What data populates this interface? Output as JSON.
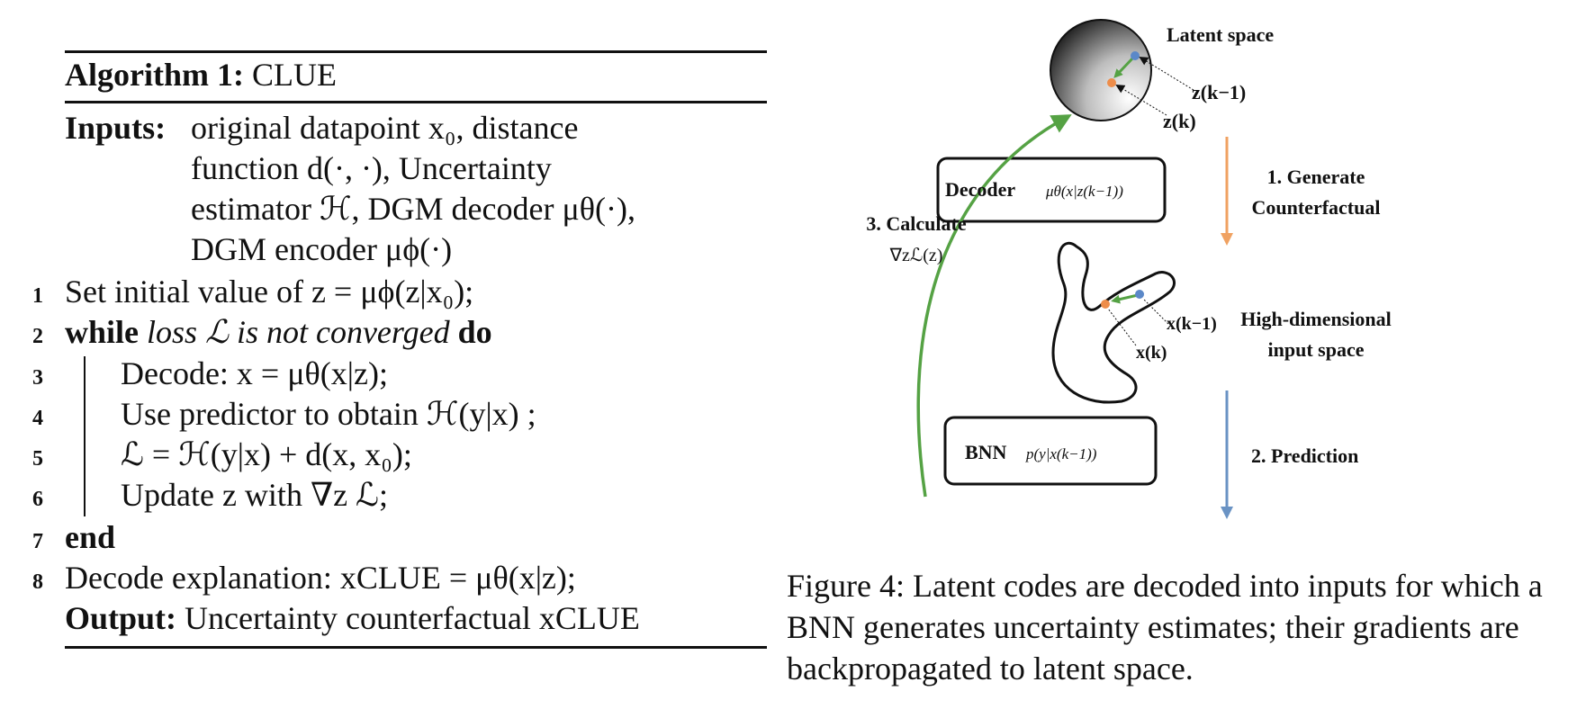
{
  "algorithm": {
    "label": "Algorithm 1:",
    "name": "CLUE",
    "inputs_label": "Inputs:",
    "inputs_lines": [
      "original datapoint x₀, distance",
      "function d(·, ·), Uncertainty",
      "estimator ℋ, DGM decoder μθ(·),",
      "DGM encoder μϕ(·)"
    ],
    "steps": [
      {
        "num": "1",
        "text": "Set initial value of z = μϕ(z|x₀);"
      },
      {
        "num": "2",
        "keyword_start": "while",
        "condition": "loss ℒ is not converged",
        "keyword_end": "do"
      },
      {
        "num": "3",
        "text": "Decode: x = μθ(x|z);"
      },
      {
        "num": "4",
        "text": "Use predictor to obtain ℋ(y|x) ;"
      },
      {
        "num": "5",
        "text": "ℒ = ℋ(y|x) + d(x, x₀);"
      },
      {
        "num": "6",
        "text": "Update z with ∇z ℒ;"
      },
      {
        "num": "7",
        "keyword": "end"
      },
      {
        "num": "8",
        "text": "Decode explanation: xCLUE = μθ(x|z);"
      }
    ],
    "output_label": "Output:",
    "output_text": "Uncertainty counterfactual xCLUE"
  },
  "figure": {
    "latent_label": "Latent space",
    "z_prev": "z(k−1)",
    "z_curr": "z(k)",
    "decoder_label": "Decoder",
    "decoder_formula": "μθ(x|z(k−1))",
    "step1_line1": "1. Generate",
    "step1_line2": "Counterfactual",
    "step3_line1": "3. Calculate",
    "step3_line2": "∇zℒ(z)",
    "input_space_line1": "High-dimensional",
    "input_space_line2": "input space",
    "x_prev": "x(k−1)",
    "x_curr": "x(k)",
    "bnn_label": "BNN",
    "bnn_formula": "p(y|x(k−1))",
    "step2": "2. Prediction",
    "colors": {
      "green": "#55a244",
      "orange": "#f0a262",
      "blue": "#6a93c4",
      "dot_blue": "#5b88c8",
      "dot_orange": "#ee8d4a"
    }
  },
  "caption": "Figure 4: Latent codes are decoded into inputs for which a BNN generates uncertainty estimates; their gradients are backpropagated to latent space."
}
